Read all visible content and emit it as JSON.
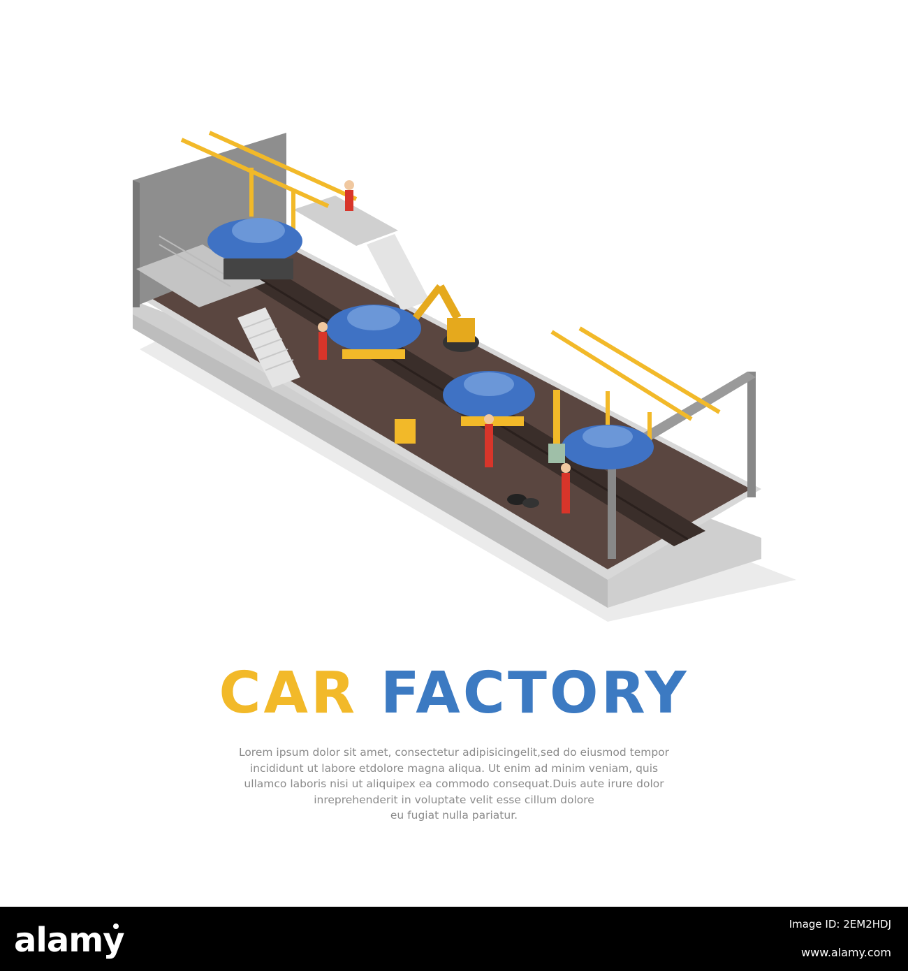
{
  "headline": {
    "word1": "CAR",
    "word2": "FACTORY"
  },
  "description_lines": [
    "Lorem ipsum dolor sit amet, consectetur adipisicingelit,sed do eiusmod tempor",
    "incididunt ut labore etdolore magna aliqua. Ut enim ad minim veniam, quis",
    "ullamco laboris nisi ut aliquipex ea commodo consequat.Duis aute irure dolor",
    "inreprehenderit in voluptate velit esse cillum dolore",
    "eu fugiat nulla pariatur."
  ],
  "footer": {
    "brand": "alamy",
    "image_id": "Image ID: 2EM2HDJ",
    "site": "www.alamy.com"
  },
  "colors": {
    "accent_yellow": "#f2b929",
    "accent_blue": "#3c7ac2",
    "floor": "#5a4640",
    "platform": "#d4d4d4",
    "car_body": "#3f72c4"
  }
}
